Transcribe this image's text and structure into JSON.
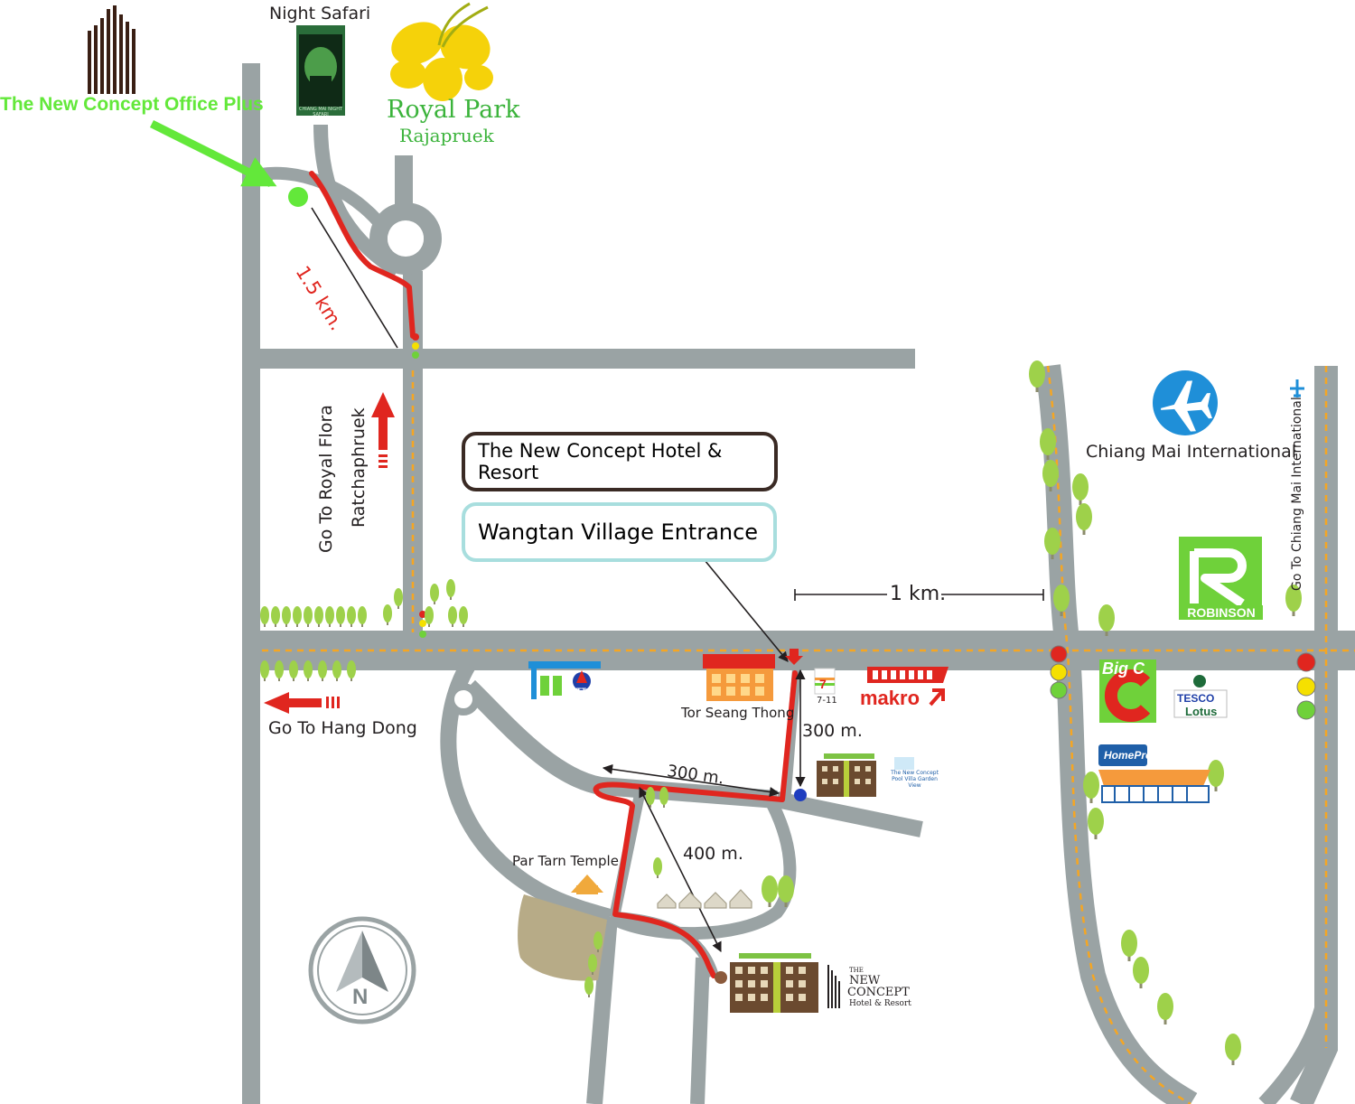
{
  "places": {
    "office_plus": "The New Concept Office Plus",
    "night_safari": "Night Safari",
    "night_safari_logo": "CHIANG MAI NIGHT SAFARI",
    "royal_park_line1": "Royal Park",
    "royal_park_line2": "Rajapruek",
    "airport": "Chiang Mai International",
    "airport_vertical": "Go To Chiang Mai International",
    "robinson": "ROBINSON",
    "big_c": "Big C",
    "tesco": "TESCO",
    "lotus": "Lotus",
    "homepro": "HomePro",
    "makro": "makro",
    "seven_eleven": "7-11",
    "tor_seang_thong": "Tor Seang Thong",
    "par_tarn_temple": "Par Tarn Temple",
    "pool_villa": "The New Concept Pool Villa Garden View",
    "hotel_logo_the": "THE",
    "hotel_logo_new": "NEW",
    "hotel_logo_concept": "CONCEPT",
    "hotel_logo_sub": "Hotel & Resort",
    "ptt": "PTT"
  },
  "callouts": {
    "hotel_resort": "The New Concept Hotel & Resort",
    "wangtan_entrance": "Wangtan Village Entrance"
  },
  "directions": {
    "royal_flora_line1": "Go To Royal Flora",
    "royal_flora_line2": "Ratchaphruek",
    "hang_dong": "Go To Hang Dong"
  },
  "distances": {
    "d_1_5_km": "1.5 km.",
    "d_1_km": "1 km.",
    "d_300_vertical": "300 m.",
    "d_300_horizontal": "300 m.",
    "d_400": "400 m."
  },
  "compass": {
    "north": "N"
  },
  "colors": {
    "road": "#9aa3a4",
    "route": "#e0261f",
    "lane_dash": "#f5a623",
    "office_green": "#63e83a",
    "wangtan_border": "#a8dede",
    "tree": "#9ed14a",
    "red_arrow": "#e0261f",
    "airport_blue": "#1f8fd8"
  }
}
